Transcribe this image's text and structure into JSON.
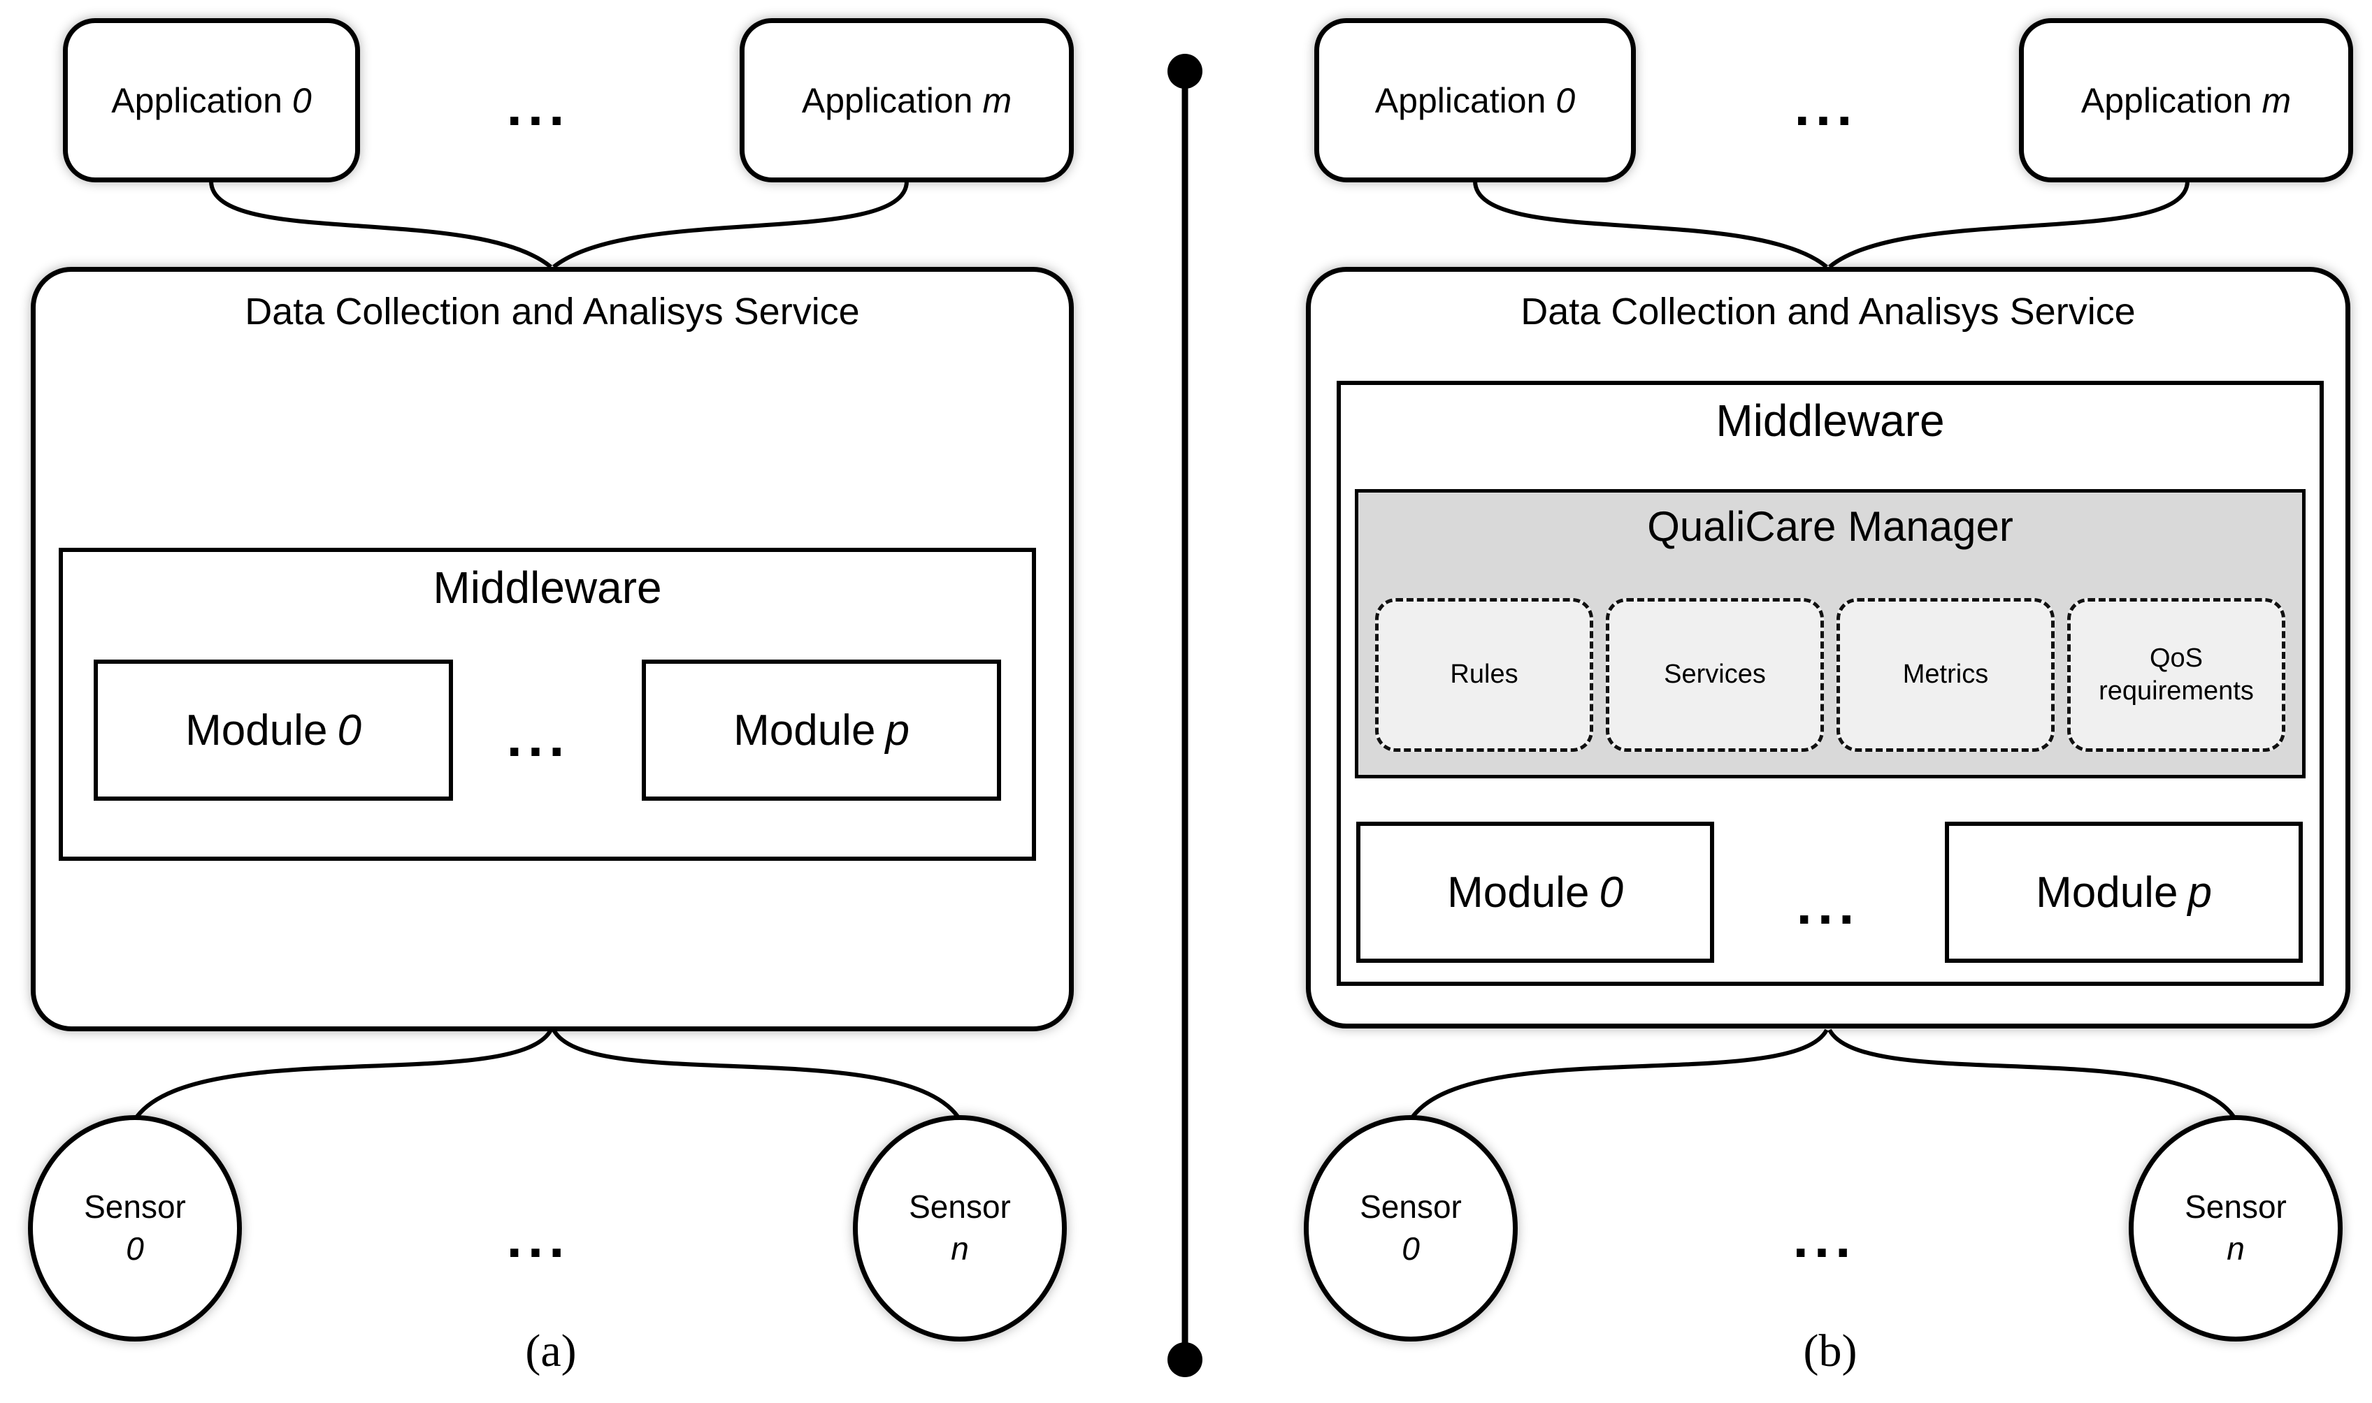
{
  "colors": {
    "line": "#000000",
    "background": "#ffffff",
    "qualicare_bg": "#d9d9d9",
    "component_bg": "#f0f0f0",
    "box_bg": "#ffffff"
  },
  "diagram_a": {
    "label": "(a)",
    "applications": {
      "first": {
        "name": "Application",
        "index": "0"
      },
      "ellipsis": "...",
      "last": {
        "name": "Application",
        "index": "m"
      }
    },
    "service": {
      "title": "Data Collection and Analisys Service"
    },
    "middleware": {
      "title": "Middleware",
      "modules": {
        "first": {
          "name": "Module",
          "index": "0"
        },
        "ellipsis": "...",
        "last": {
          "name": "Module",
          "index": "p"
        }
      }
    },
    "sensors": {
      "first": {
        "name": "Sensor",
        "index": "0"
      },
      "ellipsis": "...",
      "last": {
        "name": "Sensor",
        "index": "n"
      }
    }
  },
  "diagram_b": {
    "label": "(b)",
    "applications": {
      "first": {
        "name": "Application",
        "index": "0"
      },
      "ellipsis": "...",
      "last": {
        "name": "Application",
        "index": "m"
      }
    },
    "service": {
      "title": "Data Collection and Analisys Service"
    },
    "middleware": {
      "title": "Middleware",
      "qualicare": {
        "title": "QualiCare Manager",
        "items": [
          "Rules",
          "Services",
          "Metrics",
          "QoS requirements"
        ]
      },
      "modules": {
        "first": {
          "name": "Module",
          "index": "0"
        },
        "ellipsis": "...",
        "last": {
          "name": "Module",
          "index": "p"
        }
      }
    },
    "sensors": {
      "first": {
        "name": "Sensor",
        "index": "0"
      },
      "ellipsis": "...",
      "last": {
        "name": "Sensor",
        "index": "n"
      }
    }
  }
}
